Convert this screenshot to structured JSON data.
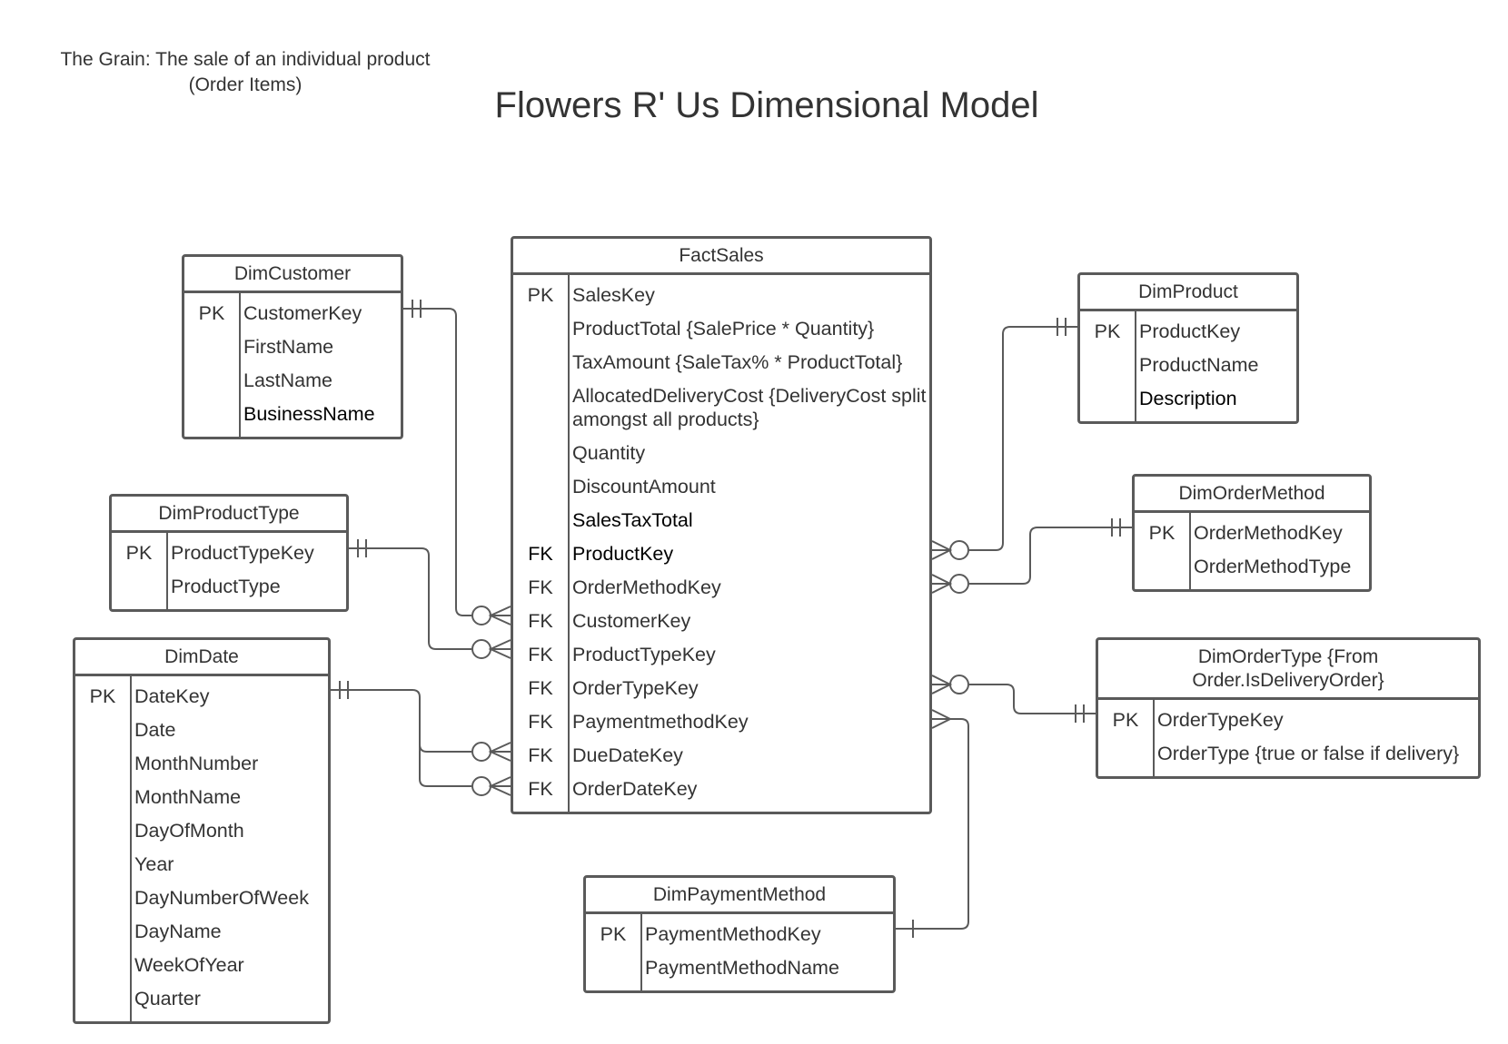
{
  "diagram": {
    "grain_line1": "The Grain: The sale of an individual product",
    "grain_line2": "(Order Items)",
    "title": "Flowers R' Us Dimensional Model"
  },
  "entities": {
    "dim_customer": {
      "name": "DimCustomer",
      "attributes": [
        {
          "key": "PK",
          "name": "CustomerKey"
        },
        {
          "key": "",
          "name": "FirstName"
        },
        {
          "key": "",
          "name": "LastName"
        },
        {
          "key": "",
          "name": "BusinessName"
        }
      ]
    },
    "dim_product_type": {
      "name": "DimProductType",
      "attributes": [
        {
          "key": "PK",
          "name": "ProductTypeKey"
        },
        {
          "key": "",
          "name": "ProductType"
        }
      ]
    },
    "dim_date": {
      "name": "DimDate",
      "attributes": [
        {
          "key": "PK",
          "name": "DateKey"
        },
        {
          "key": "",
          "name": "Date"
        },
        {
          "key": "",
          "name": "MonthNumber"
        },
        {
          "key": "",
          "name": "MonthName"
        },
        {
          "key": "",
          "name": "DayOfMonth"
        },
        {
          "key": "",
          "name": "Year"
        },
        {
          "key": "",
          "name": "DayNumberOfWeek"
        },
        {
          "key": "",
          "name": "DayName"
        },
        {
          "key": "",
          "name": "WeekOfYear"
        },
        {
          "key": "",
          "name": "Quarter"
        }
      ]
    },
    "fact_sales": {
      "name": "FactSales",
      "attributes": [
        {
          "key": "PK",
          "name": "SalesKey"
        },
        {
          "key": "",
          "name": "ProductTotal {SalePrice * Quantity}"
        },
        {
          "key": "",
          "name": "TaxAmount {SaleTax% * ProductTotal}"
        },
        {
          "key": "",
          "name": "AllocatedDeliveryCost {DeliveryCost split amongst all products}"
        },
        {
          "key": "",
          "name": "Quantity"
        },
        {
          "key": "",
          "name": "DiscountAmount"
        },
        {
          "key": "",
          "name": "SalesTaxTotal"
        },
        {
          "key": "FK",
          "name": "ProductKey"
        },
        {
          "key": "FK",
          "name": "OrderMethodKey"
        },
        {
          "key": "FK",
          "name": "CustomerKey"
        },
        {
          "key": "FK",
          "name": "ProductTypeKey"
        },
        {
          "key": "FK",
          "name": "OrderTypeKey"
        },
        {
          "key": "FK",
          "name": "PaymentmethodKey"
        },
        {
          "key": "FK",
          "name": "DueDateKey"
        },
        {
          "key": "FK",
          "name": "OrderDateKey"
        }
      ]
    },
    "dim_product": {
      "name": "DimProduct",
      "attributes": [
        {
          "key": "PK",
          "name": "ProductKey"
        },
        {
          "key": "",
          "name": "ProductName"
        },
        {
          "key": "",
          "name": "Description"
        }
      ]
    },
    "dim_order_method": {
      "name": "DimOrderMethod",
      "attributes": [
        {
          "key": "PK",
          "name": "OrderMethodKey"
        },
        {
          "key": "",
          "name": "OrderMethodType"
        }
      ]
    },
    "dim_order_type": {
      "name": "DimOrderType {From Order.IsDeliveryOrder}",
      "attributes": [
        {
          "key": "PK",
          "name": "OrderTypeKey"
        },
        {
          "key": "",
          "name": "OrderType {true or false if delivery}"
        }
      ]
    },
    "dim_payment_method": {
      "name": "DimPaymentMethod",
      "attributes": [
        {
          "key": "PK",
          "name": "PaymentMethodKey"
        },
        {
          "key": "",
          "name": "PaymentMethodName"
        }
      ]
    }
  },
  "colors": {
    "border": "#5a5a5a",
    "text": "#333333",
    "line": "#5a5a5a"
  }
}
